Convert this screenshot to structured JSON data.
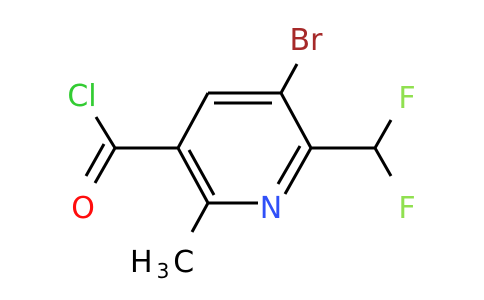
{
  "molecule": {
    "atoms": {
      "br": "Br",
      "cl": "Cl",
      "o": "O",
      "n": "N",
      "f1": "F",
      "f2": "F",
      "methyl_h": "H",
      "methyl_sub": "3",
      "methyl_c": "C"
    },
    "colors": {
      "bond": "#000000",
      "bromine": "#A62929",
      "chlorine": "#33CC33",
      "oxygen": "#FF0D0D",
      "nitrogen": "#3050F8",
      "fluorine": "#90E050",
      "carbon_hydrogen": "#000000"
    }
  }
}
